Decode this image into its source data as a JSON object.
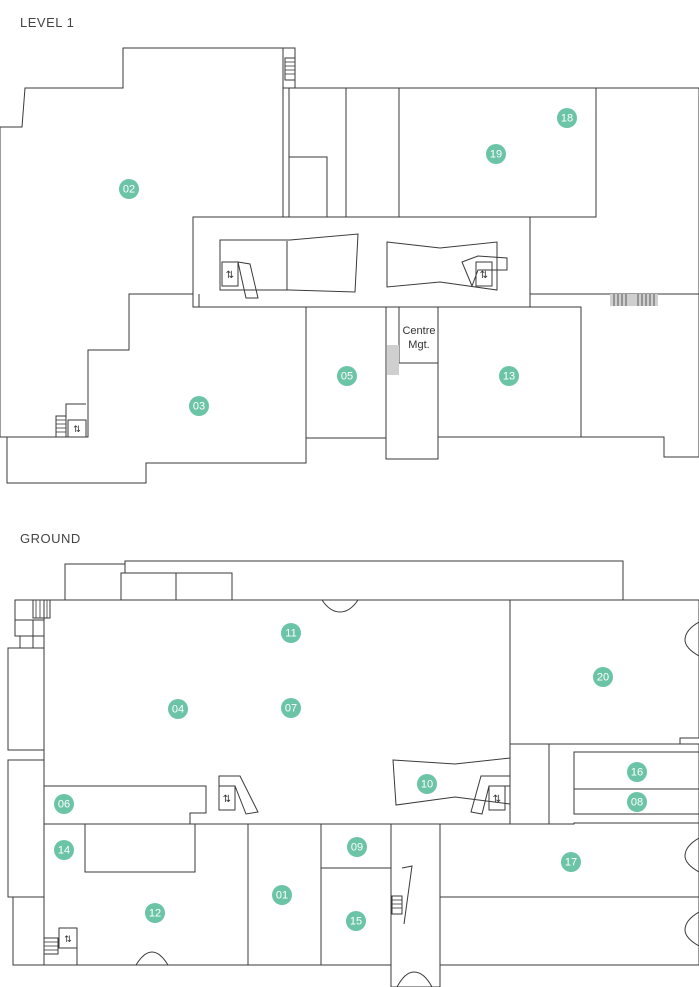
{
  "levels": {
    "level1": {
      "title": "LEVEL 1",
      "centre_label_line1": "Centre",
      "centre_label_line2": "Mgt."
    },
    "ground": {
      "title": "GROUND"
    }
  },
  "markers": {
    "m02": "02",
    "m03": "03",
    "m05": "05",
    "m13": "13",
    "m18": "18",
    "m19": "19",
    "m11": "11",
    "m04": "04",
    "m07": "07",
    "m20": "20",
    "m10": "10",
    "m16": "16",
    "m08": "08",
    "m06": "06",
    "m14": "14",
    "m09": "09",
    "m17": "17",
    "m01": "01",
    "m12": "12",
    "m15": "15"
  },
  "colors": {
    "marker": "#6cc4a6",
    "wall": "#3a3a3a"
  },
  "icons": [
    "stairs-icon",
    "lift-icon",
    "door-icon"
  ]
}
